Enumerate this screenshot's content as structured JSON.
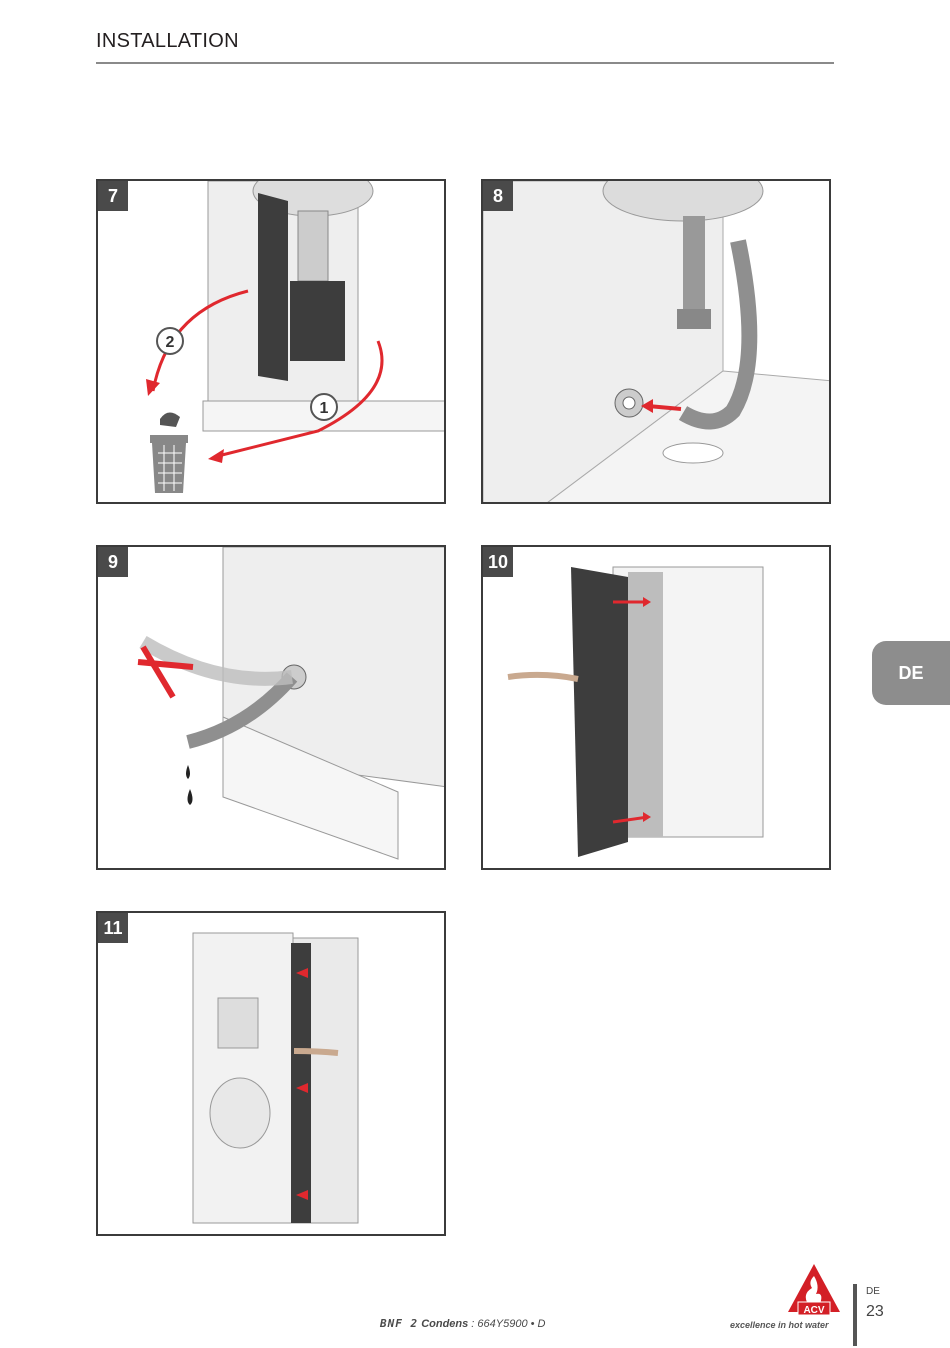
{
  "header": {
    "title": "INSTALLATION"
  },
  "steps": [
    {
      "number": "7",
      "callouts": [
        "1",
        "2"
      ]
    },
    {
      "number": "8"
    },
    {
      "number": "9"
    },
    {
      "number": "10"
    },
    {
      "number": "11"
    }
  ],
  "side_tab": {
    "label": "DE"
  },
  "footer": {
    "model_brand": "BNF 2",
    "model_name": "Condens",
    "model_code": " : 664Y5900 • D",
    "logo_text": "ACV",
    "tagline": "excellence in hot water",
    "page_lang": "DE",
    "page_number": "23"
  },
  "colors": {
    "arrow_red": "#e0282e",
    "panel_dark": "#3d3d3d",
    "tab_grey": "#8d8d8d",
    "hose_grey": "#8f8f8f"
  }
}
